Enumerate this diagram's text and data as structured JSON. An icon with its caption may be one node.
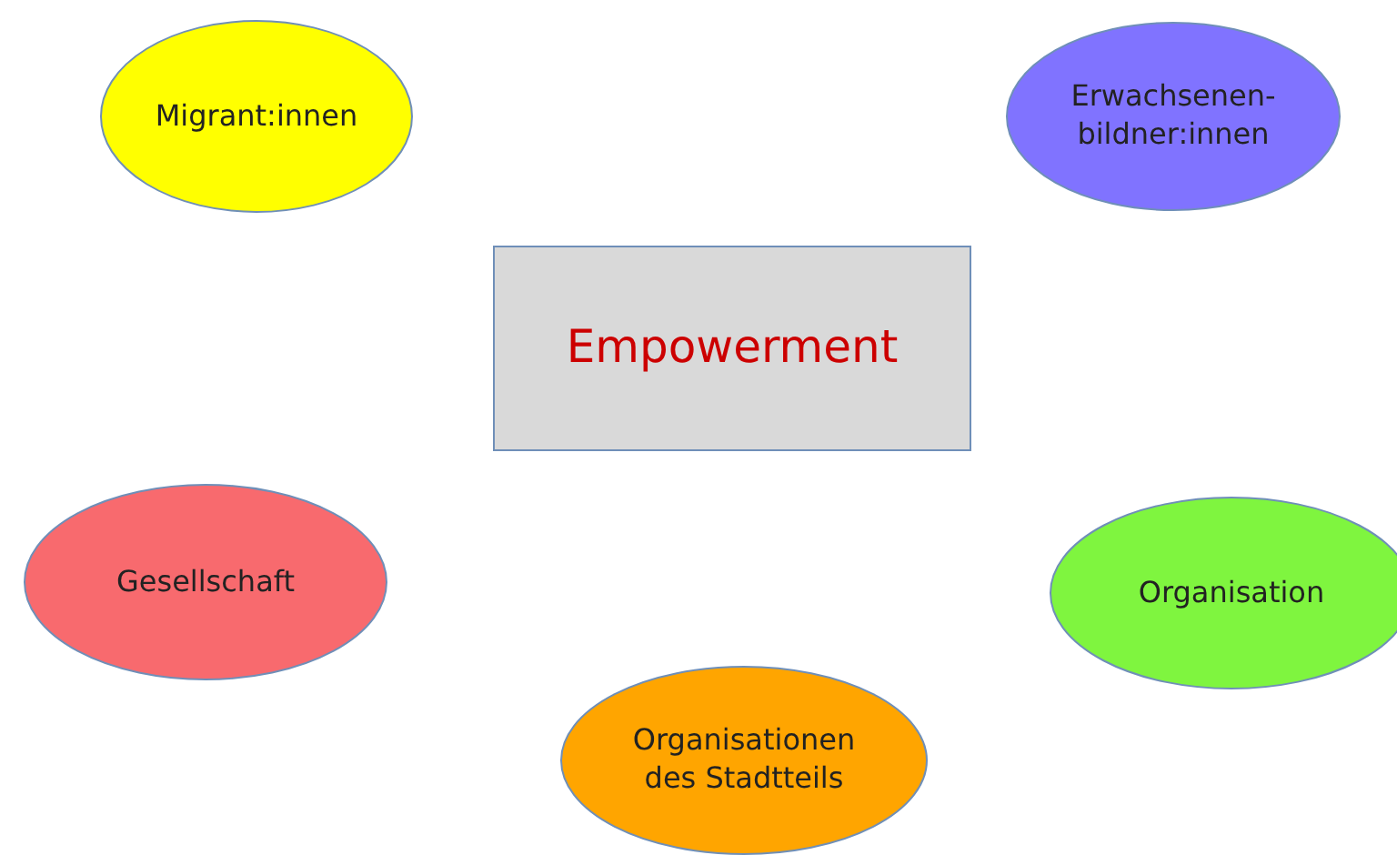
{
  "diagram": {
    "nodes": [
      {
        "text": [
          "Migrant:innen"
        ]
      },
      {
        "text": [
          "Erwachsenen-bildner:innen"
        ]
      },
      {
        "text": [
          "Empowerment"
        ]
      },
      {
        "text": [
          "Gesellschaft"
        ]
      },
      {
        "text": [
          "Organisation"
        ]
      },
      {
        "text": [
          "Organisationen des Stadtteils"
        ]
      }
    ]
  }
}
